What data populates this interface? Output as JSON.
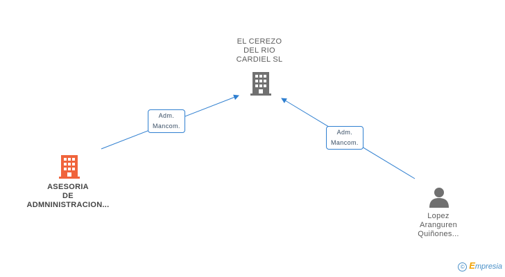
{
  "nodes": {
    "center": {
      "lines": [
        "EL CEREZO",
        "DEL RIO",
        "CARDIEL SL"
      ],
      "icon": "building-icon",
      "color": "#707070"
    },
    "left": {
      "lines": [
        "ASESORIA",
        "DE",
        "ADMNINISTRACION..."
      ],
      "icon": "building-icon",
      "color": "#f0643c"
    },
    "right": {
      "lines": [
        "Lopez",
        "Aranguren",
        "Quiñones..."
      ],
      "icon": "person-icon",
      "color": "#707070"
    }
  },
  "edges": {
    "left": {
      "lines": [
        "Adm.",
        "Mancom."
      ]
    },
    "right": {
      "lines": [
        "Adm.",
        "Mancom."
      ]
    }
  },
  "colors": {
    "edge": "#2f7fd0"
  },
  "brand": {
    "copyright": "©",
    "e": "E",
    "rest": "mpresia"
  }
}
